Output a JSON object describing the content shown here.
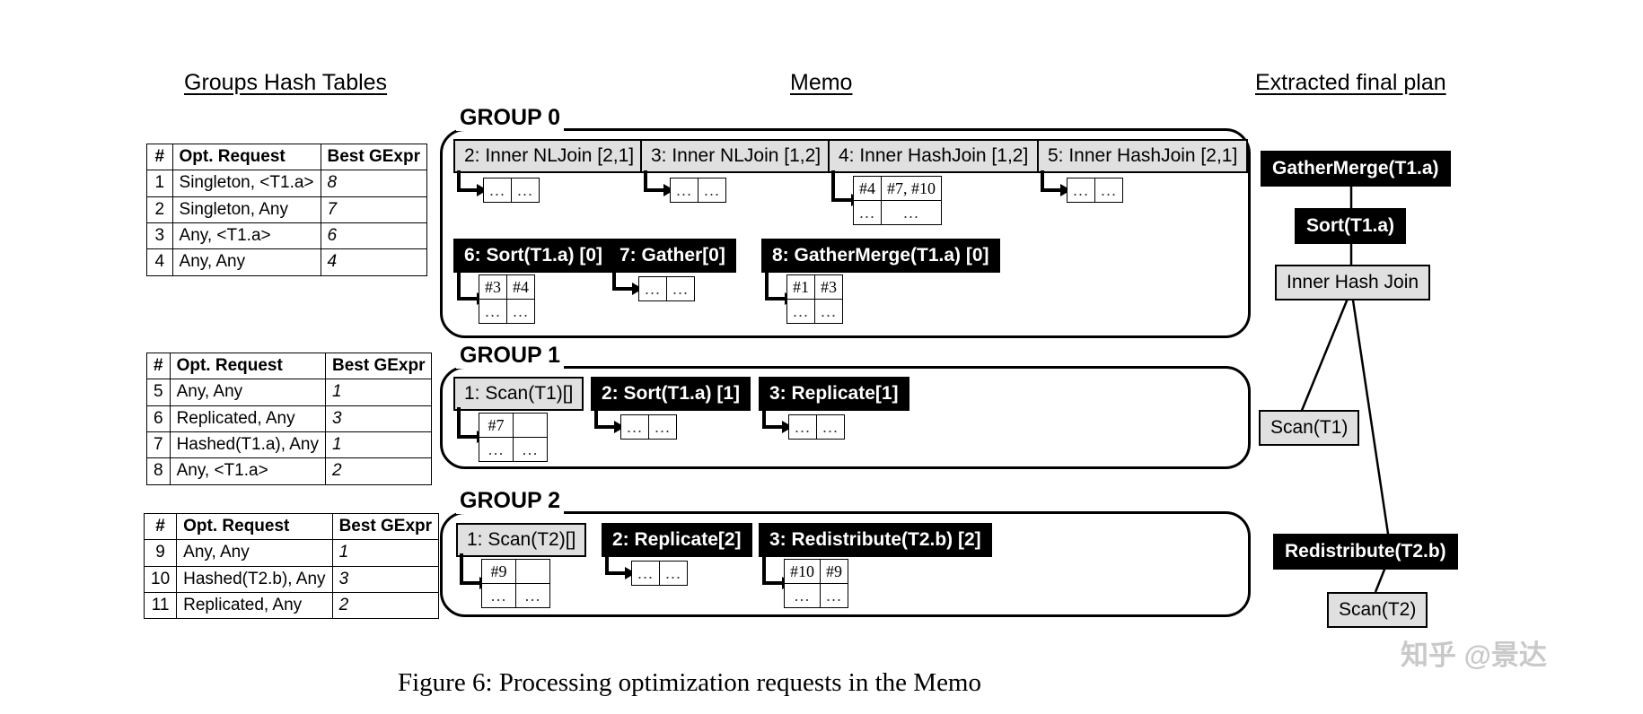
{
  "headings": {
    "hash_tables": "Groups Hash Tables",
    "memo": "Memo",
    "final_plan": "Extracted final plan"
  },
  "caption": "Figure 6:  Processing optimization requests in the Memo",
  "watermark": "知乎 @景达",
  "colors": {
    "dark_node_bg": "#000000",
    "dark_node_fg": "#ffffff",
    "light_node_bg": "#e0e0e0",
    "light_node_fg": "#000000",
    "border": "#000000",
    "page_bg": "#ffffff"
  },
  "hash_tables": [
    {
      "name": "group-0-hash-table",
      "columns": [
        "#",
        "Opt. Request",
        "Best GExpr"
      ],
      "rows": [
        {
          "num": "1",
          "request": "Singleton,  <T1.a>",
          "best": "8"
        },
        {
          "num": "2",
          "request": "Singleton, Any",
          "best": "7"
        },
        {
          "num": "3",
          "request": "Any,  <T1.a>",
          "best": "6"
        },
        {
          "num": "4",
          "request": "Any,  Any",
          "best": "4"
        }
      ]
    },
    {
      "name": "group-1-hash-table",
      "columns": [
        "#",
        "Opt. Request",
        "Best GExpr"
      ],
      "rows": [
        {
          "num": "5",
          "request": "Any, Any",
          "best": "1"
        },
        {
          "num": "6",
          "request": "Replicated, Any",
          "best": "3"
        },
        {
          "num": "7",
          "request": "Hashed(T1.a), Any",
          "best": "1"
        },
        {
          "num": "8",
          "request": "Any, <T1.a>",
          "best": "2"
        }
      ]
    },
    {
      "name": "group-2-hash-table",
      "columns": [
        "#",
        "Opt. Request",
        "Best GExpr"
      ],
      "rows": [
        {
          "num": "9",
          "request": "Any, Any",
          "best": "1"
        },
        {
          "num": "10",
          "request": "Hashed(T2.b), Any",
          "best": "3"
        },
        {
          "num": "11",
          "request": "Replicated, Any",
          "best": "2"
        }
      ]
    }
  ],
  "memo": {
    "groups": [
      {
        "label": "GROUP 0",
        "gexprs": [
          {
            "title": "2: Inner NLJoin [2,1]",
            "style": "light",
            "cells_top": [
              "...",
              "..."
            ],
            "cells_bottom": null
          },
          {
            "title": "3: Inner NLJoin [1,2]",
            "style": "light",
            "cells_top": [
              "...",
              "..."
            ],
            "cells_bottom": null
          },
          {
            "title": "4: Inner HashJoin [1,2]",
            "style": "light",
            "cells_top": [
              "#4",
              "#7, #10"
            ],
            "cells_bottom": [
              "...",
              "..."
            ]
          },
          {
            "title": "5: Inner HashJoin [2,1]",
            "style": "light",
            "cells_top": [
              "...",
              "..."
            ],
            "cells_bottom": null
          },
          {
            "title": "6: Sort(T1.a) [0]",
            "style": "dark",
            "cells_top": [
              "#3",
              "#4"
            ],
            "cells_bottom": [
              "...",
              "..."
            ]
          },
          {
            "title": "7: Gather[0]",
            "style": "dark",
            "cells_top": [
              "...",
              "..."
            ],
            "cells_bottom": null
          },
          {
            "title": "8: GatherMerge(T1.a) [0]",
            "style": "dark",
            "cells_top": [
              "#1",
              "#3"
            ],
            "cells_bottom": [
              "...",
              "..."
            ]
          }
        ]
      },
      {
        "label": "GROUP 1",
        "gexprs": [
          {
            "title": "1: Scan(T1)[]",
            "style": "light",
            "cells_top": [
              "#7",
              ""
            ],
            "cells_bottom": [
              "...",
              "..."
            ]
          },
          {
            "title": "2: Sort(T1.a) [1]",
            "style": "dark",
            "cells_top": [
              "...",
              "..."
            ],
            "cells_bottom": null
          },
          {
            "title": "3: Replicate[1]",
            "style": "dark",
            "cells_top": [
              "...",
              "..."
            ],
            "cells_bottom": null
          }
        ]
      },
      {
        "label": "GROUP 2",
        "gexprs": [
          {
            "title": "1: Scan(T2)[]",
            "style": "light",
            "cells_top": [
              "#9",
              ""
            ],
            "cells_bottom": [
              "...",
              "..."
            ]
          },
          {
            "title": "2: Replicate[2]",
            "style": "dark",
            "cells_top": [
              "...",
              "..."
            ],
            "cells_bottom": null
          },
          {
            "title": "3: Redistribute(T2.b) [2]",
            "style": "dark",
            "cells_top": [
              "#10",
              "#9"
            ],
            "cells_bottom": [
              "...",
              "..."
            ]
          }
        ]
      }
    ]
  },
  "final_plan": {
    "nodes": [
      {
        "label": "GatherMerge(T1.a)",
        "style": "dark"
      },
      {
        "label": "Sort(T1.a)",
        "style": "dark"
      },
      {
        "label": "Inner Hash Join",
        "style": "light"
      },
      {
        "label": "Scan(T1)",
        "style": "light"
      },
      {
        "label": "Redistribute(T2.b)",
        "style": "dark"
      },
      {
        "label": "Scan(T2)",
        "style": "light"
      }
    ]
  }
}
